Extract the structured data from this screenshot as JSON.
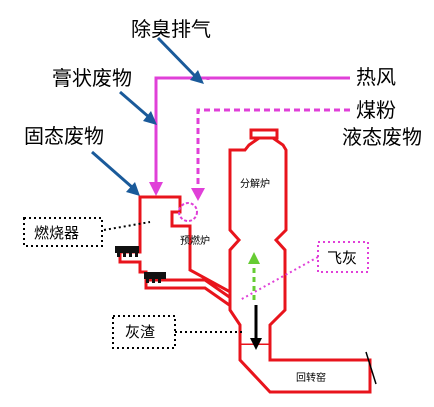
{
  "labels": {
    "deodorize_exhaust": "除臭排气",
    "paste_waste": "膏状废物",
    "solid_waste": "固态废物",
    "hot_air": "热风",
    "coal_powder": "煤粉",
    "liquid_waste": "液态废物",
    "burner": "燃烧器",
    "decomposition_furnace": "分解炉",
    "pre_combustion_furnace": "预燃炉",
    "fly_ash": "飞灰",
    "ash_slag": "灰渣",
    "rotary_kiln": "回转窑"
  },
  "colors": {
    "equipment_outline": "#e8141c",
    "pink_flow": "#e040d8",
    "blue_arrow": "#1a5a9a",
    "green_arrow": "#66cc33",
    "black": "#000000"
  }
}
